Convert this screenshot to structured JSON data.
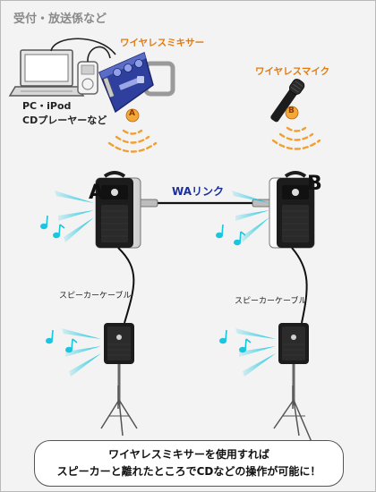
{
  "header": {
    "title": "受付・放送係など"
  },
  "labels": {
    "mixer": "ワイヤレスミキサー",
    "mic": "ワイヤレスマイク",
    "source_line1": "PC・iPod",
    "source_line2": "CDプレーヤーなど",
    "wa_link": "WAリンク",
    "speaker_a": "A",
    "speaker_b": "B",
    "badge_a": "A",
    "badge_b": "B",
    "cable_left": "スピーカーケーブル",
    "cable_right": "スピーカーケーブル"
  },
  "message": {
    "line1": "ワイヤレスミキサーを使用すれば",
    "line2": "スピーカーと離れたところでCDなどの操作が可能に！"
  },
  "colors": {
    "background": "#f3f3f3",
    "accent_orange": "#e07b12",
    "sound_cyan": "#19c6e0",
    "wa_blue": "#1a2fa0",
    "mixer_blue": "#2f3f9e",
    "speaker_dark": "#1c1c1c"
  }
}
